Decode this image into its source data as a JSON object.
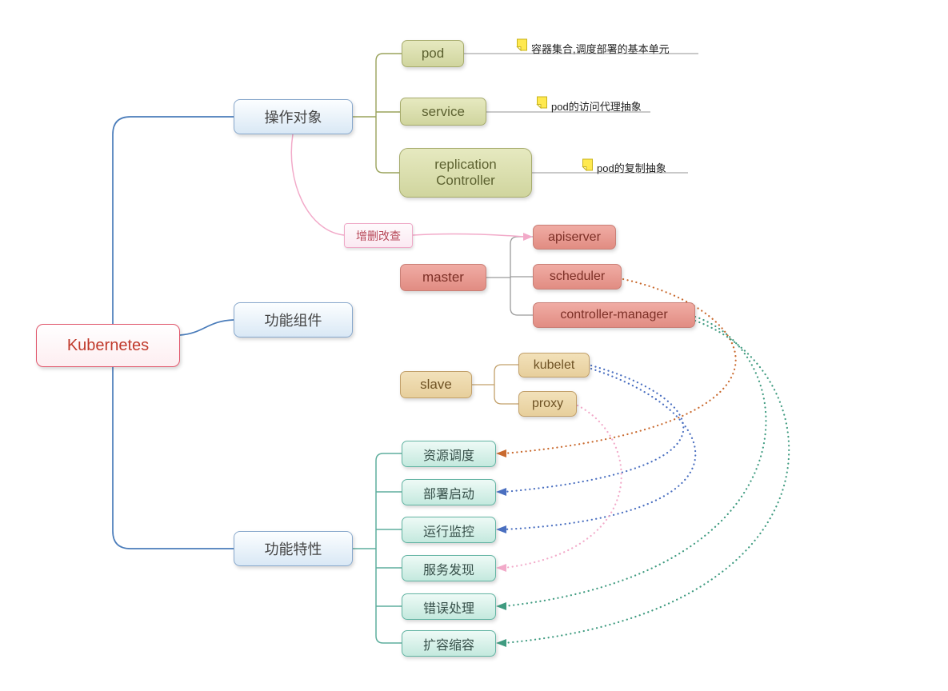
{
  "palette": {
    "root_accent": "#e0566b",
    "topic_accent": "#88a8cc",
    "olive_accent": "#a6ab6c",
    "salmon_accent": "#c97f76",
    "tan_accent": "#c2a06a",
    "teal_accent": "#63b4a3",
    "pink_link": "#f2aac9",
    "orange_link": "#c96a2f",
    "blue_link": "#4a6fc0",
    "green_link": "#3f9b80",
    "note_icon_color": "#ffe94f"
  },
  "root": {
    "label": "Kubernetes"
  },
  "topics": {
    "operation": {
      "label": "操作对象"
    },
    "components": {
      "label": "功能组件"
    },
    "features": {
      "label": "功能特性"
    }
  },
  "operation": {
    "pod": {
      "label": "pod",
      "note": "容器集合,调度部署的基本单元"
    },
    "service": {
      "label": "service",
      "note": "pod的访问代理抽象"
    },
    "replication": {
      "label": "replication\nController",
      "note": "pod的复制抽象"
    },
    "crud": {
      "label": "增删改查"
    }
  },
  "components": {
    "master": {
      "label": "master"
    },
    "apiserver": {
      "label": "apiserver"
    },
    "scheduler": {
      "label": "scheduler"
    },
    "controller_manager": {
      "label": "controller-manager"
    },
    "slave": {
      "label": "slave"
    },
    "kubelet": {
      "label": "kubelet"
    },
    "proxy": {
      "label": "proxy"
    }
  },
  "features": {
    "scheduling": {
      "label": "资源调度"
    },
    "deployment": {
      "label": "部署启动"
    },
    "monitoring": {
      "label": "运行监控"
    },
    "discovery": {
      "label": "服务发现"
    },
    "error_handling": {
      "label": "错误处理"
    },
    "scaling": {
      "label": "扩容缩容"
    }
  }
}
